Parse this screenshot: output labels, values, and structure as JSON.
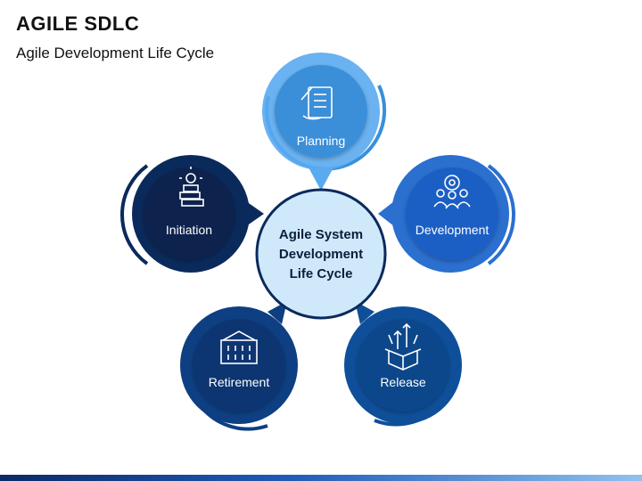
{
  "header": {
    "title": "AGILE SDLC",
    "subtitle": "Agile Development Life Cycle"
  },
  "center": {
    "lines": [
      "Agile System",
      "Development",
      "Life Cycle"
    ]
  },
  "stages": [
    {
      "label": "Planning",
      "icon": "checklist-icon",
      "color": "#3a8fd9"
    },
    {
      "label": "Development",
      "icon": "team-gear-icon",
      "color": "#2b6fcf"
    },
    {
      "label": "Release",
      "icon": "box-arrows-icon",
      "color": "#0f4f9a"
    },
    {
      "label": "Retirement",
      "icon": "building-icon",
      "color": "#0d3f82"
    },
    {
      "label": "Initiation",
      "icon": "lightbulb-blocks-icon",
      "color": "#0b2a5c"
    }
  ],
  "colors": {
    "center_fill": "#cfe9fb",
    "center_stroke": "#0b2a5c",
    "footer_start": "#0b2a66",
    "footer_end": "#8fc2ee"
  }
}
